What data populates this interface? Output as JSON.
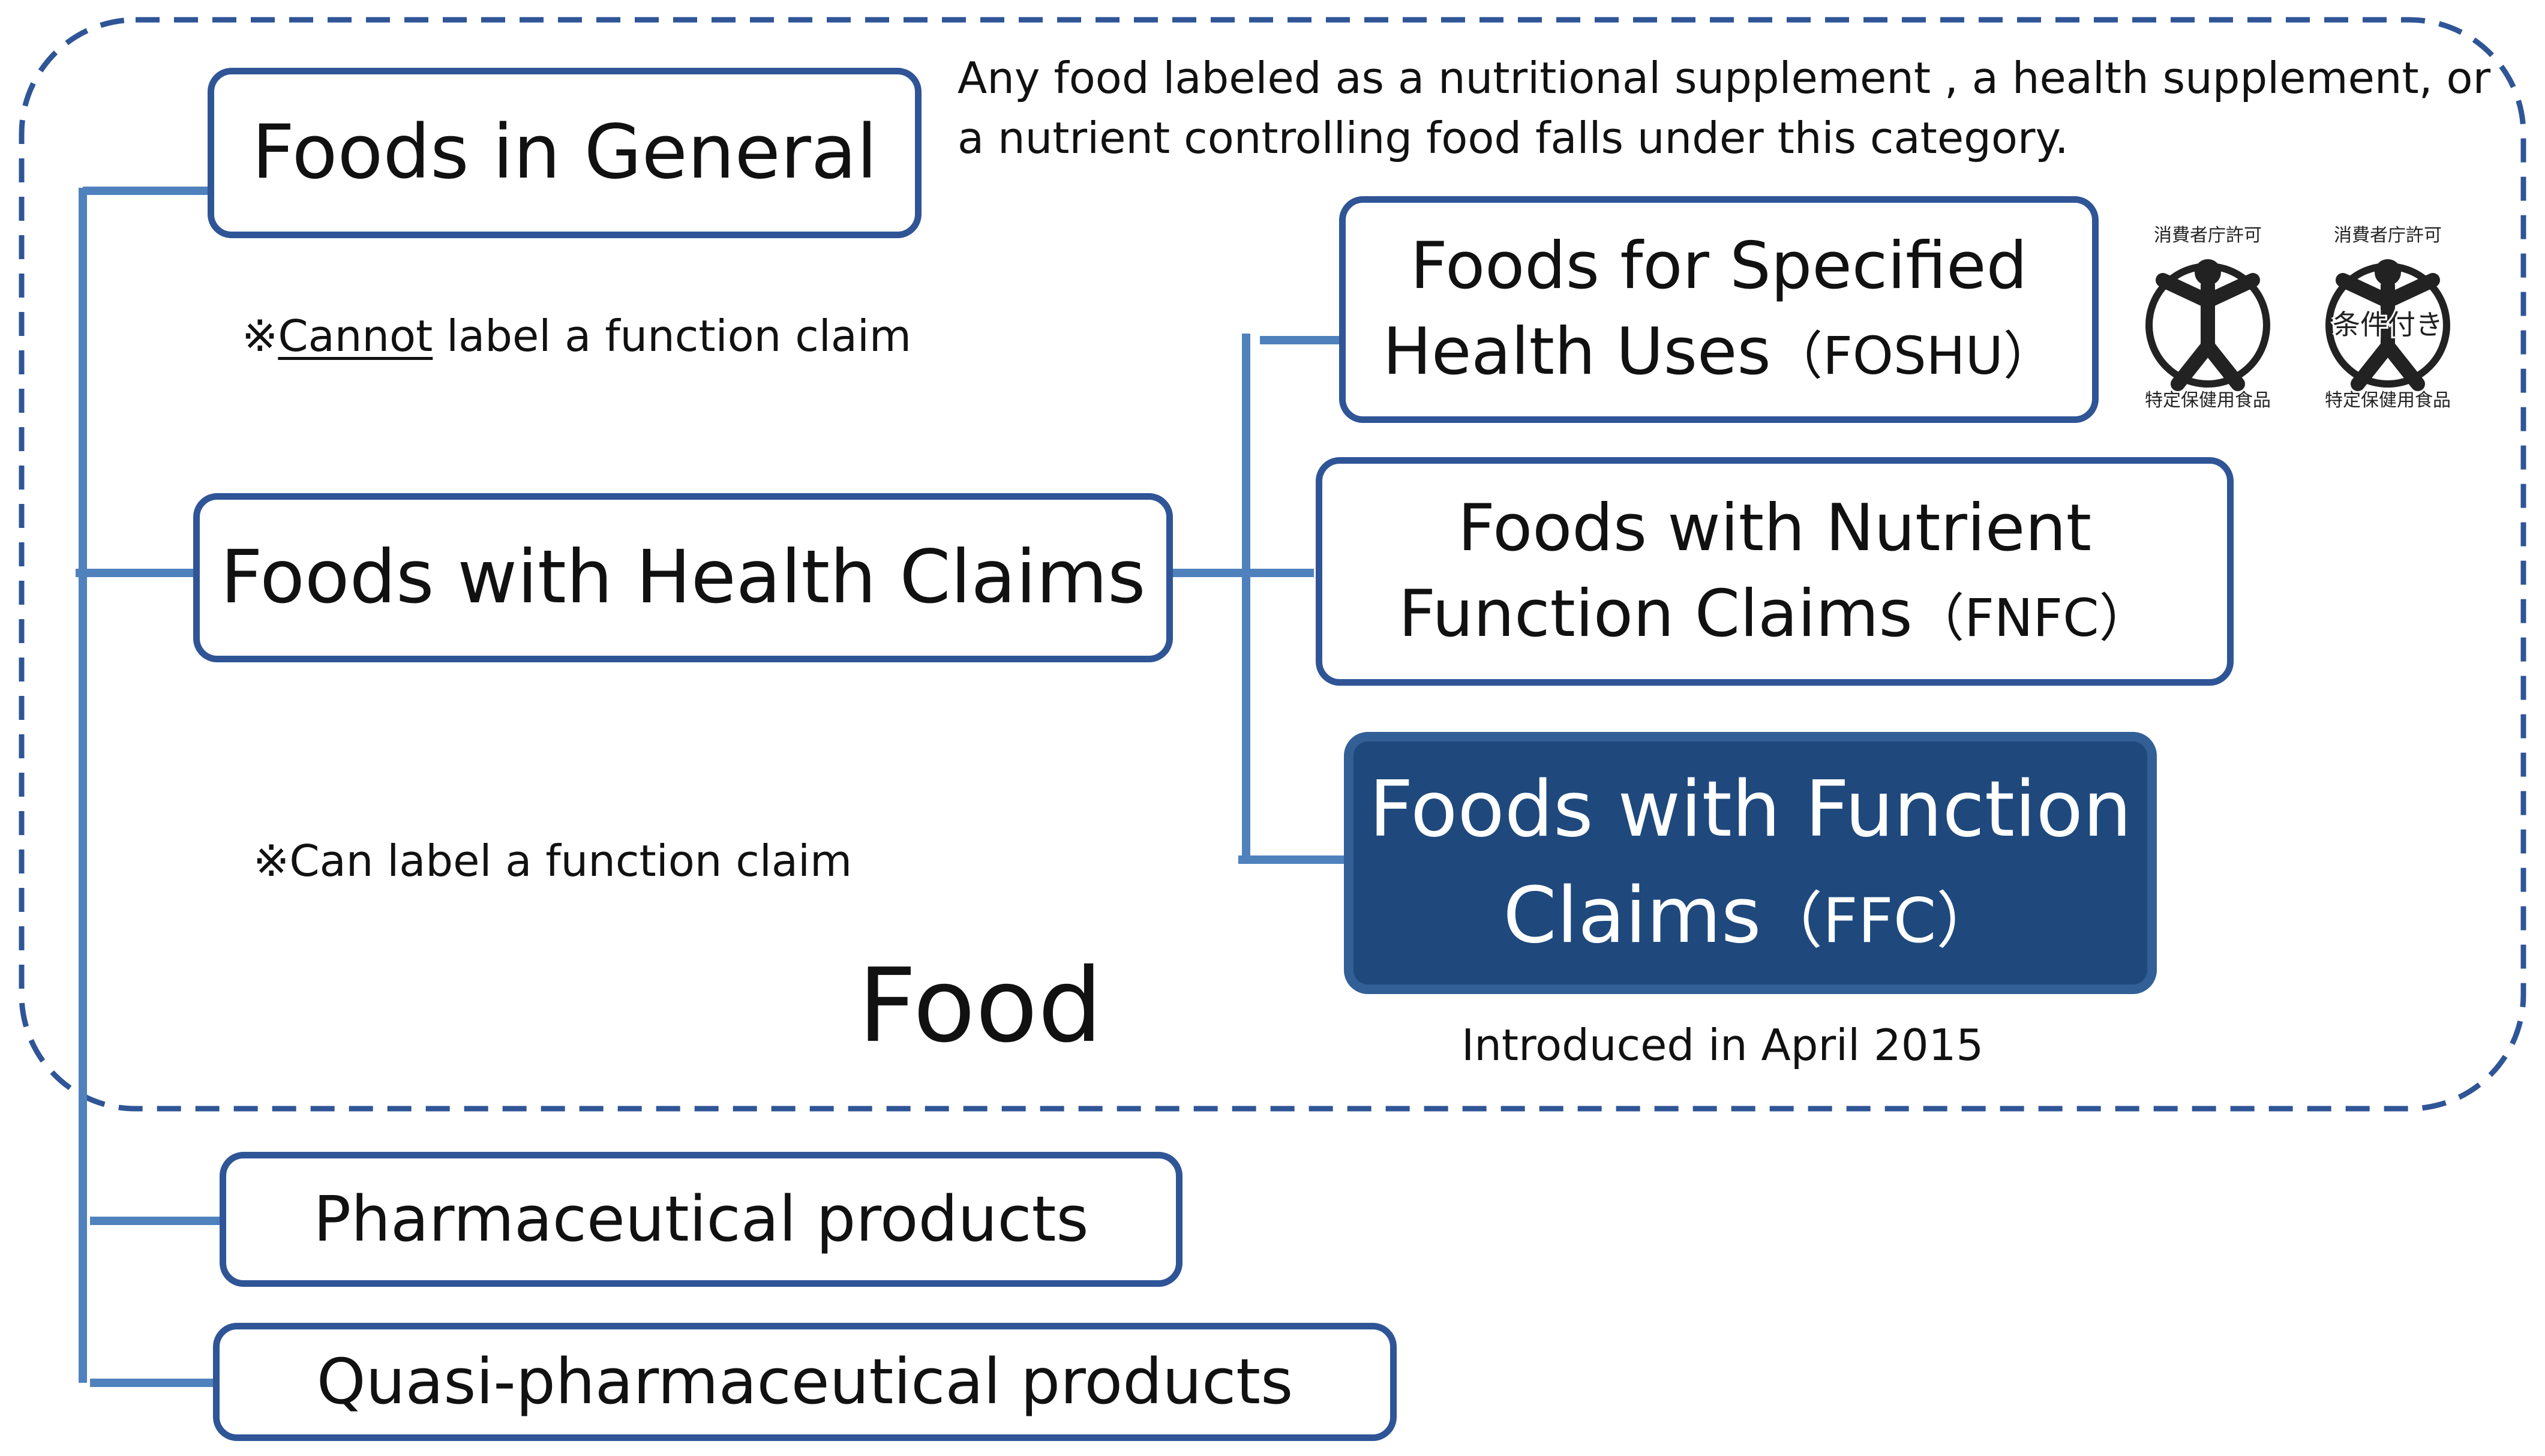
{
  "category": "Food",
  "category_note": "Any food labeled as a nutritional supplement , a health supplement, or a nutrient controlling food falls under this category.",
  "category_note_lines": [
    "Any food labeled as a nutritional supplement , a health supplement, or",
    "a nutrient controlling food falls under this category."
  ],
  "general_foods": {
    "label": "Foods in General",
    "note_mark": "※",
    "note_emphasis": "Cannot",
    "note_rest": " label a function claim"
  },
  "health_claims": {
    "label": "Foods with Health Claims",
    "note": "※Can label a function claim"
  },
  "foshu": {
    "line1": "Foods for Specified",
    "line2": "Health Uses",
    "abbr": "（FOSHU）"
  },
  "fnfc": {
    "line1": "Foods with Nutrient",
    "line2": "Function Claims",
    "abbr": "（FNFC）"
  },
  "ffc": {
    "line1": "Foods with Function",
    "line2": "Claims",
    "abbr": "（FFC）",
    "note": "Introduced in April 2015"
  },
  "pharmaceutical": {
    "label": "Pharmaceutical products"
  },
  "quasi_pharmaceutical": {
    "label": "Quasi-pharmaceutical products"
  },
  "foshu_seals": [
    {
      "icon": "foshu-seal-icon",
      "top_text": "消費者庁許可",
      "bottom_text": "特定保健用食品",
      "center_text": ""
    },
    {
      "icon": "foshu-conditional-seal-icon",
      "top_text": "消費者庁許可",
      "bottom_text": "特定保健用食品",
      "center_text": "条件付き"
    }
  ],
  "colors": {
    "box_border": "#2f5597",
    "connector": "#4f81bd",
    "ffc_fill": "#1f497d",
    "dashed_border": "#2f5597"
  }
}
